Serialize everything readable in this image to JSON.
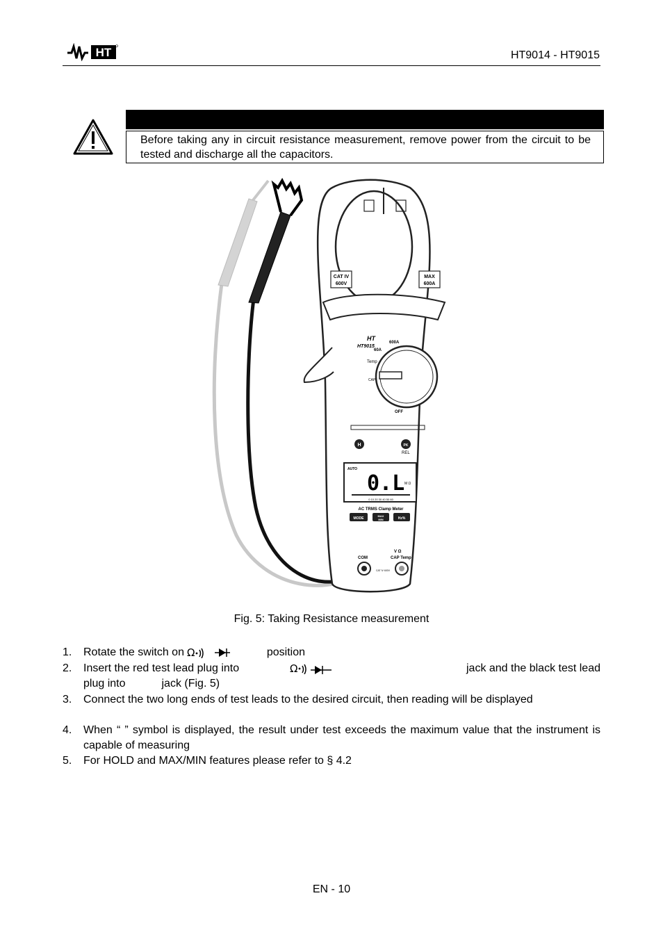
{
  "header": {
    "brand": "HT",
    "doc_id": "HT9014 - HT9015"
  },
  "warning": {
    "banner": "",
    "text": "Before taking any in circuit resistance measurement, remove power from the circuit to be tested and discharge all the capacitors."
  },
  "figure": {
    "meter_brand": "HT",
    "model": "HT9015",
    "jaw_cat_label": "CAT IV",
    "jaw_cat_value": "600V",
    "jaw_max_label": "MAX",
    "jaw_max_value": "600A",
    "range_high": "600A",
    "range_low": "60A",
    "dial_temp": "Temp",
    "dial_cap": "CAP",
    "dial_off": "OFF",
    "lcd_auto": "AUTO",
    "lcd_reading": "0.L",
    "lcd_unit": "M Ω",
    "lcd_scale": [
      "0",
      "10",
      "20",
      "30",
      "40",
      "50",
      "60"
    ],
    "brand_line": "AC TRMS Clamp Meter",
    "btn_mode": "MODE",
    "btn_max": "MAX",
    "btn_min": "MIN",
    "btn_hz": "Hz%",
    "btn_rel": "REL",
    "btn_pk": "PK",
    "btn_h": "H",
    "jack_com": "COM",
    "jack_input": "CAP Temp",
    "jack_input_top": "V Ω",
    "jack_cat": "CAT IV 600V",
    "caption": "Fig. 5: Taking Resistance measurement"
  },
  "steps": [
    {
      "n": "1.",
      "a": "Rotate the switch on",
      "b": "position"
    },
    {
      "n": "2.",
      "a": "Insert the red test lead plug into",
      "b": "jack and the black test lead",
      "c": "plug into",
      "d": "jack (Fig. 5)"
    },
    {
      "n": "3.",
      "text": "Connect the two long ends of test leads to the desired circuit, then reading will be displayed"
    },
    {
      "n": "4.",
      "text": "When “      ” symbol is displayed, the result under test exceeds the maximum value that the instrument is capable of measuring"
    },
    {
      "n": "5.",
      "text": "For HOLD and MAX/MIN features please refer to § 4.2"
    }
  ],
  "footer": {
    "page": "EN - 10"
  },
  "colors": {
    "ink": "#000000",
    "lead_red_gray": "#c8c8c8",
    "meter_outline": "#222222"
  }
}
